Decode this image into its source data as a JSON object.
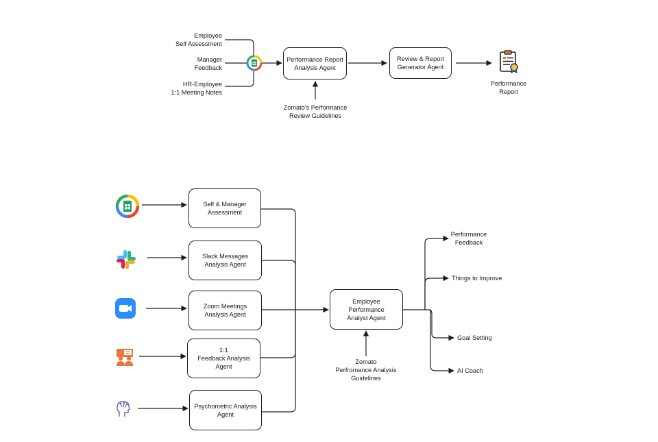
{
  "top_flow": {
    "inputs": [
      {
        "lines": [
          "Employee",
          "Self Assessment"
        ]
      },
      {
        "lines": [
          "Manager",
          "Feedback"
        ]
      },
      {
        "lines": [
          "HR-Employee",
          "1:1 Meeting Notes"
        ]
      }
    ],
    "analysis_agent": {
      "lines": [
        "Performance Report",
        "Analysis Agent"
      ]
    },
    "report_agent": {
      "lines": [
        "Review & Report",
        "Generator Agent"
      ]
    },
    "output": {
      "lines": [
        "Performance",
        "Report"
      ]
    },
    "guidelines": {
      "lines": [
        "Zomato's Performance",
        "Review Guidelines"
      ]
    }
  },
  "bottom_flow": {
    "sources": [
      {
        "icon": "google-sheets-icon",
        "agent_lines": [
          "Self & Manager",
          "Assessment"
        ]
      },
      {
        "icon": "slack-icon",
        "agent_lines": [
          "Slack Messages",
          "Analysis Agent"
        ]
      },
      {
        "icon": "zoom-icon",
        "agent_lines": [
          "Zoom Meetings",
          "Analysis Agent"
        ]
      },
      {
        "icon": "one-on-one-meeting-icon",
        "agent_lines": [
          "1:1",
          "Feedback Analysis",
          "Agent"
        ]
      },
      {
        "icon": "psychometric-head-icon",
        "agent_lines": [
          "Psychometric Analysis",
          "Agent"
        ]
      }
    ],
    "central_agent": {
      "lines": [
        "Employee",
        "Performance",
        "Analyst Agent"
      ]
    },
    "guidelines": {
      "lines": [
        "Zomato",
        "Perfromance Analysis",
        "Guidelines"
      ]
    },
    "outputs": [
      {
        "lines": [
          "Performance",
          "Feedback"
        ]
      },
      {
        "lines": [
          "Things to Improve"
        ]
      },
      {
        "lines": [
          "Goal Setting"
        ]
      },
      {
        "lines": [
          "AI Coach"
        ]
      }
    ]
  },
  "colors": {
    "stroke": "#1e1e1e",
    "sheets_green": "#1ea362",
    "google_blue": "#4285f4",
    "google_red": "#ea4335",
    "google_yellow": "#fbbc05",
    "slack_blue": "#36c5f0",
    "slack_green": "#2eb67d",
    "slack_red": "#e01e5a",
    "slack_yellow": "#ecb22e",
    "zoom_blue": "#2d8cff",
    "people_orange": "#e8773a",
    "head_purple": "#6b5fb5"
  }
}
